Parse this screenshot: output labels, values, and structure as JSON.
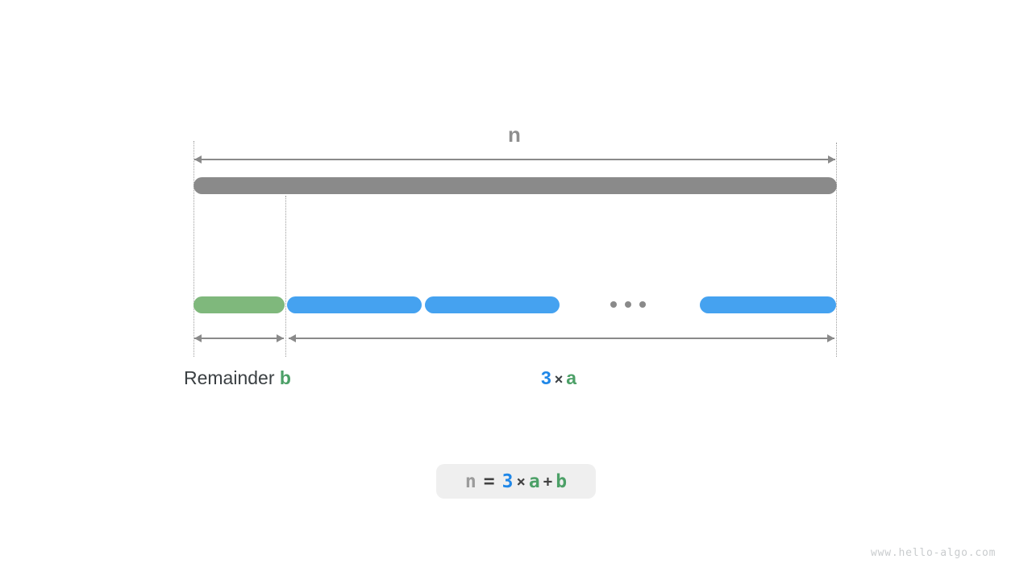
{
  "diagram": {
    "n_label": "n",
    "remainder_label": {
      "prefix": "Remainder ",
      "var": "b"
    },
    "multiple_label": {
      "count": "3",
      "times": "×",
      "var": "a"
    },
    "formula": {
      "n": "n",
      "eq": "=",
      "count": "3",
      "times": "×",
      "a": "a",
      "plus": "+",
      "b": "b"
    },
    "watermark": "www.hello-algo.com",
    "colors": {
      "bar_gray": "#8a8a8a",
      "bar_green": "#7fb87c",
      "bar_blue": "#45a2f0",
      "arrow": "#8a8a8a",
      "dotted_line": "#9e9e9e",
      "dots": "#8a8a8a",
      "text_dark": "#3b4043",
      "text_gray": "#8e8e8e",
      "text_blue": "#1f87e8",
      "text_green": "#4ca067",
      "formula_bg": "#efefef",
      "formula_n": "#9b9b9b",
      "formula_operator": "#424242",
      "watermark_text": "#c9ccce"
    }
  }
}
